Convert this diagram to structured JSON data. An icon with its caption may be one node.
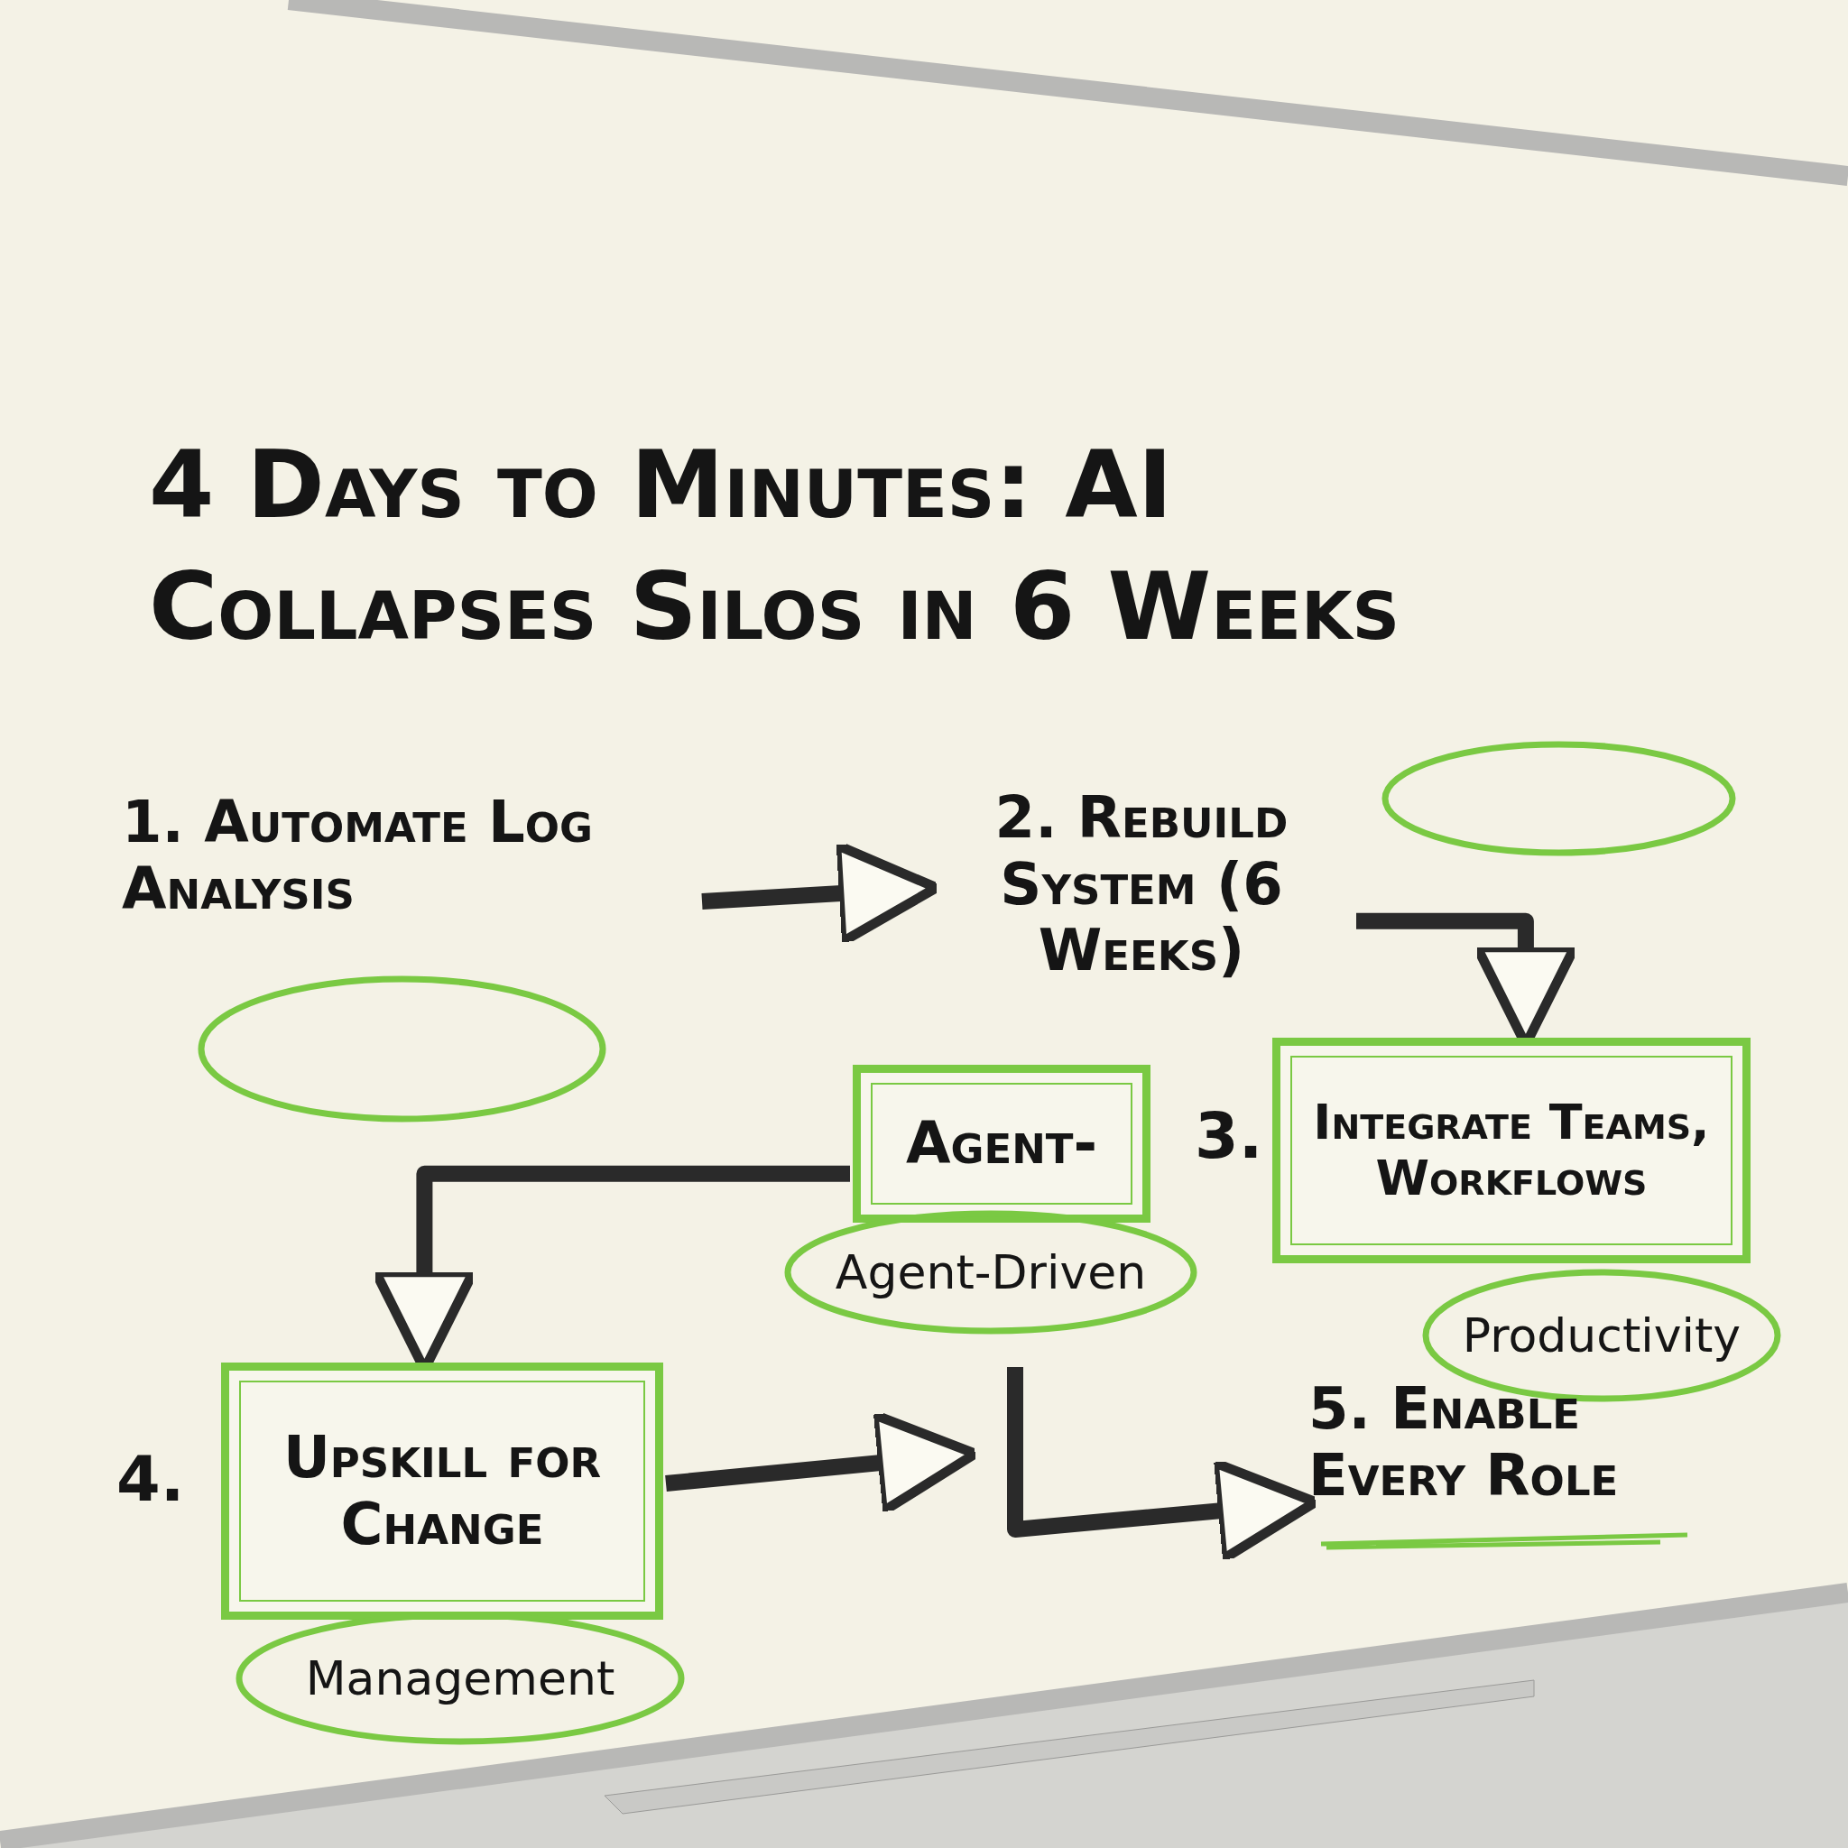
{
  "diagram": {
    "title": "4 Days to Minutes: AI Collapses Silos in 6 Weeks",
    "nodes": [
      {
        "text": [
          "1. Automate Log Analysis"
        ]
      },
      {
        "text": [],
        "shape": "circle"
      },
      {
        "text": [
          "2. Rebuild System (6 Weeks)"
        ]
      },
      {
        "text": [],
        "shape": "circle"
      },
      {
        "text": [
          "Agent-"
        ]
      },
      {
        "text": [
          "Agent-Driven"
        ]
      },
      {
        "text": [
          "Integrate Teams, Workflows"
        ],
        "beside": [
          "3."
        ]
      },
      {
        "text": [
          "Upskill for Change"
        ],
        "beside": [
          "4."
        ]
      },
      {
        "text": [
          "Management"
        ]
      },
      {
        "text": [
          "Productivity"
        ]
      },
      {
        "text": [
          "5. Enable Every Role"
        ]
      }
    ],
    "edges": [
      {
        "from": 0,
        "to": 2,
        "arrow": "to"
      },
      {
        "from": 2,
        "to": 6,
        "arrow": "to"
      },
      {
        "from": 4,
        "to": 7,
        "arrow": "to"
      },
      {
        "from": 7,
        "to": null,
        "arrow": "to"
      },
      {
        "from": null,
        "to": 10,
        "arrow": "to"
      }
    ]
  }
}
